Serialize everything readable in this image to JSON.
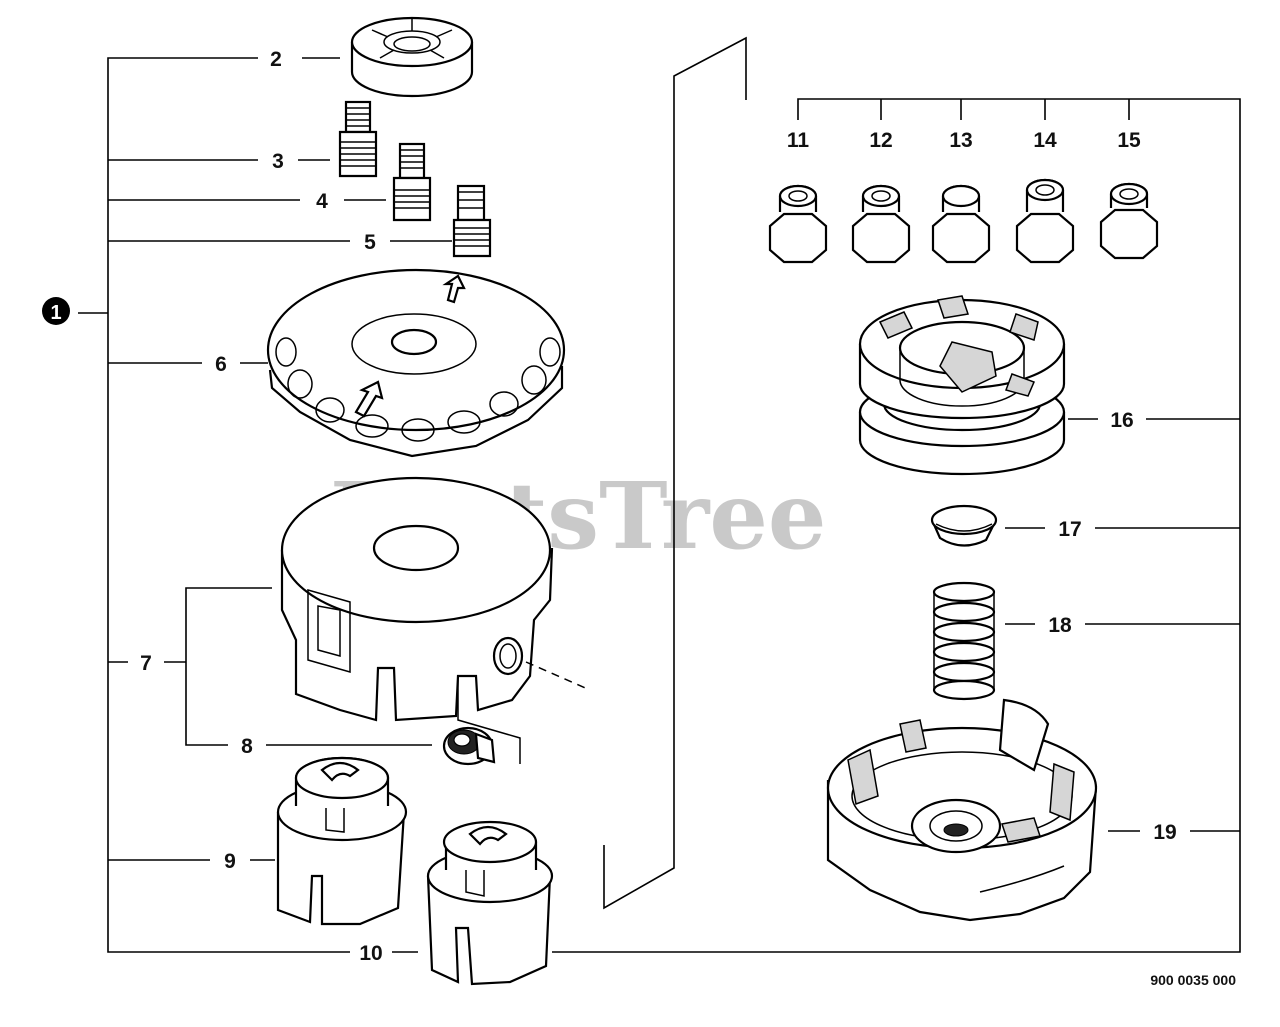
{
  "watermark": "PartsTree",
  "diagram_code": "900 0035 000",
  "assembly_callout": "1",
  "callouts": {
    "c2": "2",
    "c3": "3",
    "c4": "4",
    "c5": "5",
    "c6": "6",
    "c7": "7",
    "c8": "8",
    "c9": "9",
    "c10": "10",
    "c11": "11",
    "c12": "12",
    "c13": "13",
    "c14": "14",
    "c15": "15",
    "c16": "16",
    "c17": "17",
    "c18": "18",
    "c19": "19"
  }
}
